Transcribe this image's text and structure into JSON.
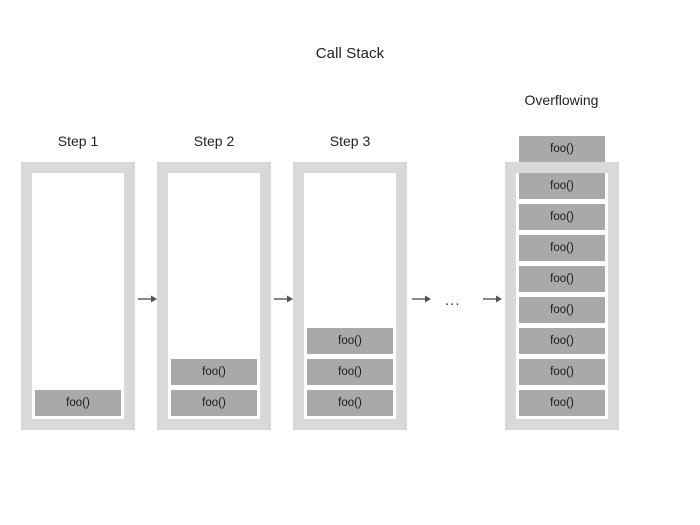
{
  "diagram": {
    "title": "Call Stack",
    "frame_label": "foo()",
    "ellipsis": "...",
    "colors": {
      "container_border": "#d9d9d9",
      "frame_fill": "#a9a9a9",
      "inner_background": "#ffffff",
      "text": "#222222",
      "arrow": "#555555",
      "page_background": "#ffffff"
    },
    "columns": [
      {
        "id": "step-1",
        "label": "Step 1",
        "frame_count": 1,
        "frames": [
          "foo()"
        ],
        "overflowing": false
      },
      {
        "id": "step-2",
        "label": "Step 2",
        "frame_count": 2,
        "frames": [
          "foo()",
          "foo()"
        ],
        "overflowing": false
      },
      {
        "id": "step-3",
        "label": "Step 3",
        "frame_count": 3,
        "frames": [
          "foo()",
          "foo()",
          "foo()"
        ],
        "overflowing": false
      },
      {
        "id": "overflowing",
        "label": "Overflowing",
        "frame_count": 9,
        "frames": [
          "foo()",
          "foo()",
          "foo()",
          "foo()",
          "foo()",
          "foo()",
          "foo()",
          "foo()",
          "foo()"
        ],
        "overflowing": true,
        "frames_outside_container": 1
      }
    ],
    "connectors": [
      {
        "id": "arrow-1",
        "type": "arrow",
        "from": "step-1",
        "to": "step-2"
      },
      {
        "id": "arrow-2",
        "type": "arrow",
        "from": "step-2",
        "to": "step-3"
      },
      {
        "id": "arrow-3",
        "type": "arrow",
        "from": "step-3",
        "to": "ellipsis"
      },
      {
        "id": "ellipsis-1",
        "type": "ellipsis",
        "text": "..."
      },
      {
        "id": "arrow-4",
        "type": "arrow",
        "from": "ellipsis",
        "to": "overflowing"
      }
    ]
  }
}
